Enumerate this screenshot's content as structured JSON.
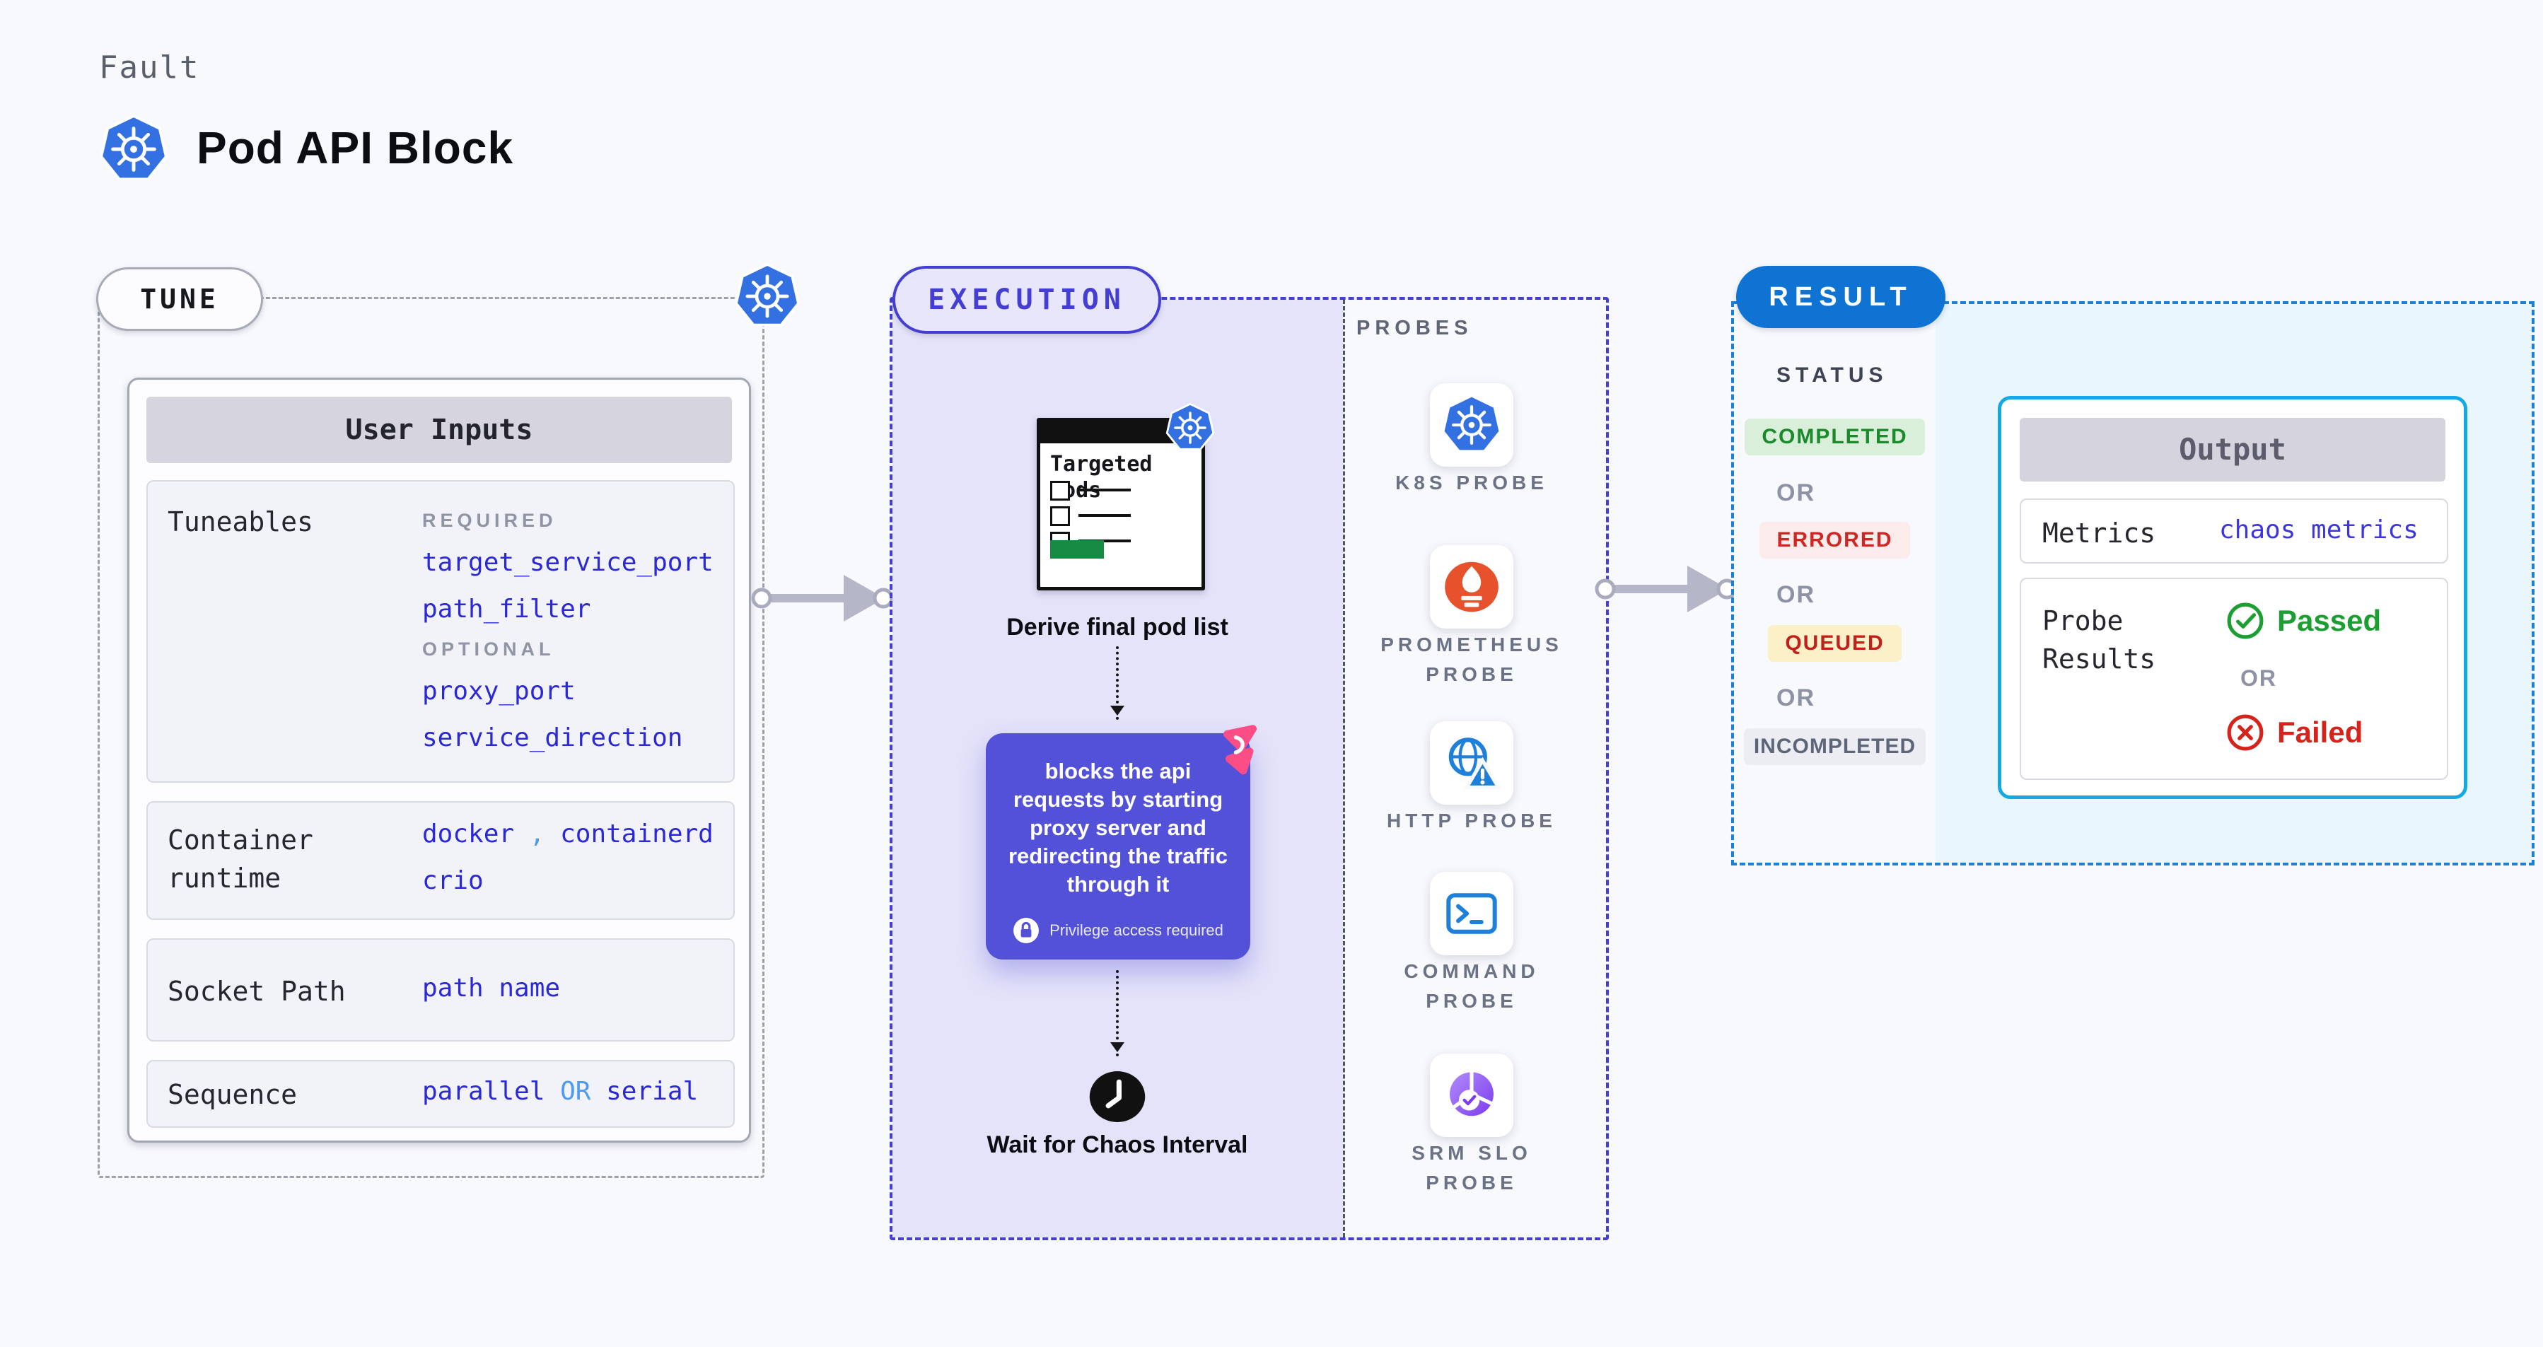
{
  "header": {
    "fault_label": "Fault",
    "title": "Pod API Block"
  },
  "tune": {
    "badge": "TUNE",
    "card_title": "User Inputs",
    "tuneables_label": "Tuneables",
    "required_label": "REQUIRED",
    "required_items": [
      "target_service_port",
      "path_filter"
    ],
    "optional_label": "OPTIONAL",
    "optional_items": [
      "proxy_port",
      "service_direction"
    ],
    "runtime_label": "Container runtime",
    "runtime_docker": "docker",
    "runtime_comma": ",",
    "runtime_containerd": "containerd",
    "runtime_crio": "crio",
    "socket_label": "Socket Path",
    "socket_value": "path name",
    "sequence_label": "Sequence",
    "sequence_a": "parallel",
    "sequence_or": "OR",
    "sequence_b": "serial"
  },
  "execution": {
    "badge": "EXECUTION",
    "targeted_pods_title": "Targeted Pods",
    "derive_label": "Derive final pod list",
    "block_text": "blocks the api requests by starting proxy server and redirecting the traffic through it",
    "privilege_label": "Privilege access required",
    "wait_label": "Wait for Chaos Interval"
  },
  "probes": {
    "title": "PROBES",
    "items": [
      {
        "label": "K8S PROBE",
        "icon": "kubernetes-icon"
      },
      {
        "label": "PROMETHEUS PROBE",
        "icon": "prometheus-icon"
      },
      {
        "label": "HTTP PROBE",
        "icon": "http-globe-icon"
      },
      {
        "label": "COMMAND PROBE",
        "icon": "terminal-icon"
      },
      {
        "label": "SRM SLO PROBE",
        "icon": "slo-pie-icon"
      }
    ]
  },
  "result": {
    "badge": "RESULT",
    "status_label": "STATUS",
    "or_label": "OR",
    "statuses": [
      {
        "label": "COMPLETED",
        "type": "success"
      },
      {
        "label": "ERRORED",
        "type": "error"
      },
      {
        "label": "QUEUED",
        "type": "warning"
      },
      {
        "label": "INCOMPLETED",
        "type": "muted"
      }
    ],
    "output": {
      "title": "Output",
      "metrics_label": "Metrics",
      "metrics_value": "chaos metrics",
      "probe_results_label": "Probe Results",
      "passed_label": "Passed",
      "failed_label": "Failed"
    }
  },
  "colors": {
    "accent_indigo": "#443ed2",
    "result_blue": "#0e73d3",
    "purple_box": "#5351d8",
    "success_green": "#1d9e33",
    "error_red": "#d6231c",
    "value_indigo": "#2b28d7",
    "link_blue": "#4d9af2",
    "kubernetes_blue": "#3371e3",
    "prometheus_orange": "#e6522c",
    "litmus_pink": "#fb4d86"
  }
}
